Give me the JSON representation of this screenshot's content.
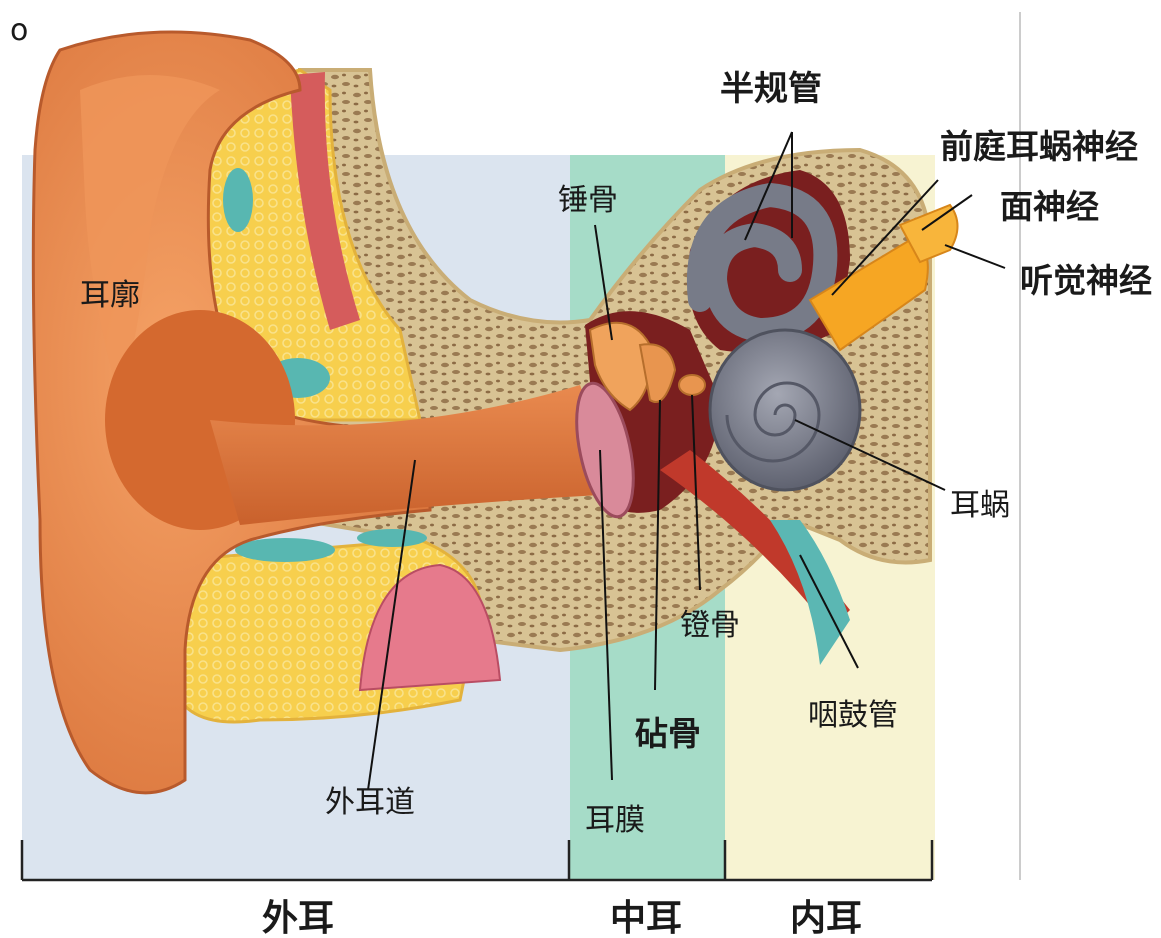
{
  "bullet": "o",
  "labels": {
    "pinna": "耳廓",
    "malleus": "锤骨",
    "semicircular_canals": "半规管",
    "vestibulocochlear_nerve": "前庭耳蜗神经",
    "facial_nerve": "面神经",
    "auditory_nerve": "听觉神经",
    "cochlea": "耳蜗",
    "stapes": "镫骨",
    "eustachian_tube": "咽鼓管",
    "incus": "砧骨",
    "ear_canal": "外耳道",
    "eardrum": "耳膜"
  },
  "regions": {
    "outer": "外耳",
    "middle": "中耳",
    "inner": "内耳"
  },
  "colors": {
    "outer_bg": "#dbe4ef",
    "middle_bg": "#9fd8c3",
    "inner_bg": "#f7f4d4",
    "skin": "#e8894e",
    "bone": "#d9bf8c",
    "cartilage": "#f6c94a",
    "cochlea": "#7c7f8c",
    "nerve": "#f4a11e"
  }
}
